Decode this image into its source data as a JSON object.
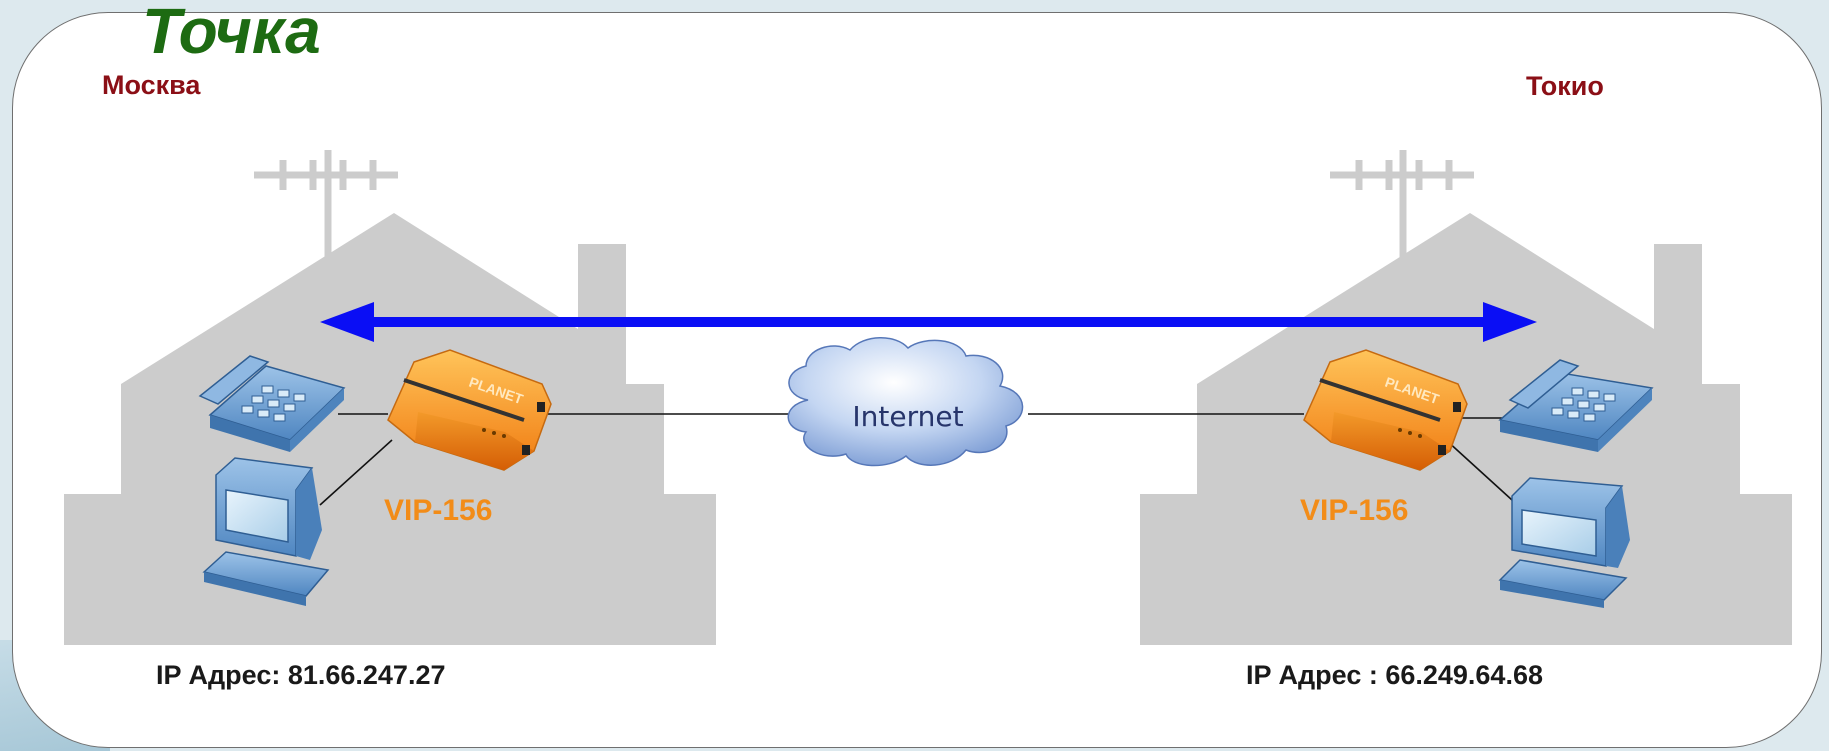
{
  "title": "Точка",
  "left_site": {
    "city": "Москва",
    "device_label": "VIP-156",
    "device_brand": "PLANET",
    "ip_text": "IP Адрес: 81.66.247.27"
  },
  "right_site": {
    "city": "Токио",
    "device_label": "VIP-156",
    "device_brand": "PLANET",
    "ip_text": "IP Адрес : 66.249.64.68"
  },
  "network": {
    "cloud_label": "Internet"
  },
  "colors": {
    "title": "#1d6b12",
    "city": "#8b0f16",
    "device_label": "#f28c18",
    "arrow": "#0a0ef5",
    "house": "#cccccc",
    "equipment": "#5c93c8",
    "ip_text": "#1a1a1a"
  }
}
